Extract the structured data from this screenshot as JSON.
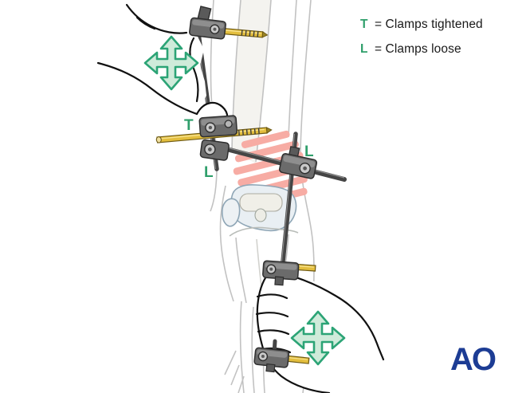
{
  "legend": {
    "items": [
      {
        "symbol": "T",
        "description": "= Clamps tightened"
      },
      {
        "symbol": "L",
        "description": "= Clamps loose"
      }
    ]
  },
  "annotations": {
    "clamp_top_symbol": "T",
    "clamp_left_symbol": "L",
    "clamp_right_symbol": "L"
  },
  "icons": {
    "upper_arrow": "four-way-move-arrow",
    "lower_arrow": "four-way-move-arrow"
  },
  "logo": {
    "text": "AO"
  },
  "colors": {
    "symbol_green": "#2F9F6B",
    "arrow_fill": "#CFEBDA",
    "arrow_stroke": "#2CA476",
    "fracture_pink": "#F7ACA4",
    "hardware_dark": "#454545",
    "pin_yellow": "#E3BE3E",
    "bone_outline": "#C2C2C2",
    "knee_outline": "#8FA6B6",
    "logo_blue": "#1C3C94",
    "legend_text": "#191919"
  }
}
